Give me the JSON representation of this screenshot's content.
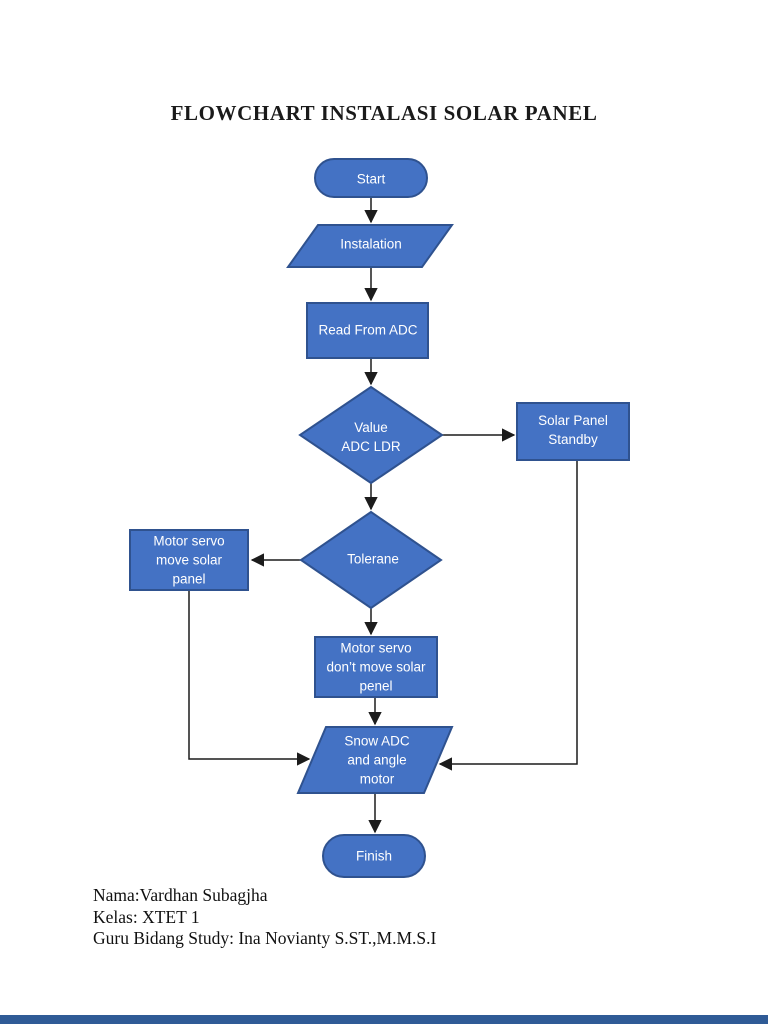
{
  "title": "FLOWCHART INSTALASI SOLAR PANEL",
  "theme": {
    "node_fill": "#4472C4",
    "node_border": "#2F528F",
    "node_text_color": "#FFFFFF",
    "connector_color": "#1c1c1c",
    "footer_bar_color": "#2F5B96"
  },
  "flowchart": {
    "nodes": [
      {
        "id": "start",
        "type": "terminator",
        "label": "Start"
      },
      {
        "id": "instalation",
        "type": "input-output",
        "label": "Instalation"
      },
      {
        "id": "read-from-adc",
        "type": "process",
        "label": "Read From ADC"
      },
      {
        "id": "value-adc-ldr",
        "type": "decision",
        "label": "Value\nADC LDR"
      },
      {
        "id": "solar-panel-standby",
        "type": "process",
        "label": "Solar Panel\nStandby"
      },
      {
        "id": "tolerane",
        "type": "decision",
        "label": "Tolerane"
      },
      {
        "id": "motor-servo-move",
        "type": "process",
        "label": "Motor servo\nmove solar\npanel"
      },
      {
        "id": "motor-servo-dont-move",
        "type": "process",
        "label": "Motor servo\ndon’t move solar\npenel"
      },
      {
        "id": "snow-adc",
        "type": "input-output",
        "label": "Snow ADC\nand angle\nmotor"
      },
      {
        "id": "finish",
        "type": "terminator",
        "label": "Finish"
      }
    ]
  },
  "footer": {
    "lines": [
      "Nama:Vardhan Subagjha",
      "Kelas: XTET 1",
      "Guru Bidang Study: Ina Novianty S.ST.,M.M.S.I"
    ]
  }
}
